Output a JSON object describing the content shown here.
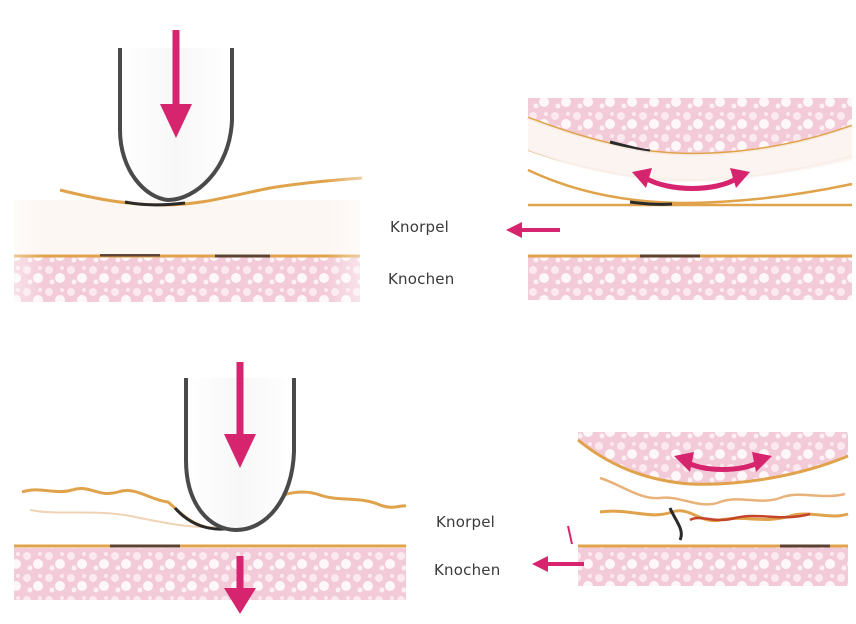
{
  "panels": {
    "top": {
      "label_cartilage": "Knorpel",
      "label_bone": "Knochen"
    },
    "bottom": {
      "label_cartilage": "Knorpel",
      "label_bone": "Knochen"
    }
  },
  "colors": {
    "arrow": "#d6246e",
    "bone_tint": "#f2c9d6",
    "bone_dots": "#ffffff",
    "cartilage_line": "#e0a24a",
    "cartilage_dark": "#2a2a2a",
    "instrument": "#555555",
    "background": "#ffffff"
  }
}
